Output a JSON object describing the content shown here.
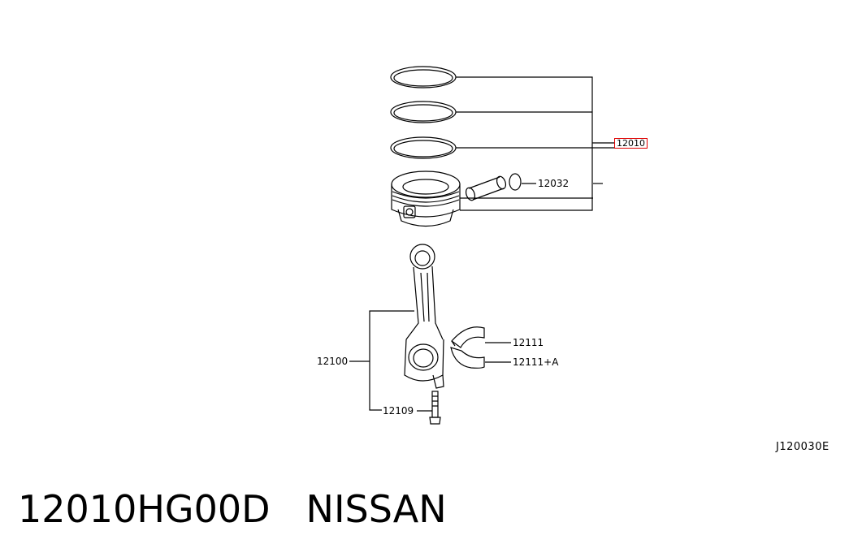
{
  "diagram": {
    "callouts": {
      "piston_ring_set": "12010",
      "piston_pin_clip": "12032",
      "connecting_rod": "12100",
      "rod_bolt": "12109",
      "bearing_upper": "12111",
      "bearing_lower": "12111+A"
    },
    "highlight_color": "#e00000",
    "diagram_code": "J120030E"
  },
  "caption": {
    "part_number": "12010HG00D",
    "brand": "NISSAN"
  }
}
